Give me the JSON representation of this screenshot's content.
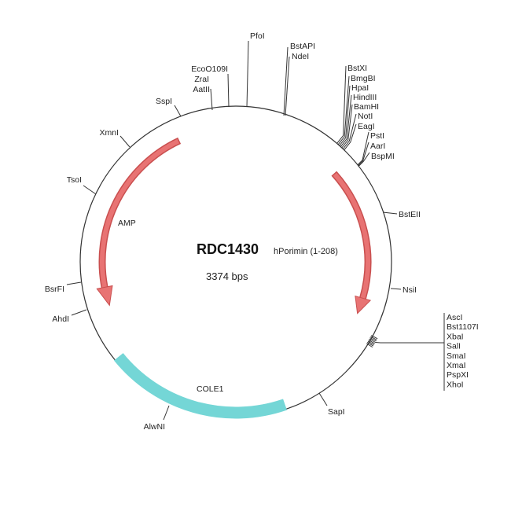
{
  "plasmid": {
    "name": "RDC1430",
    "insert": "hPorimin (1-208)",
    "size": "3374 bps"
  },
  "features": {
    "amp": "AMP",
    "cole1": "COLE1"
  },
  "colors": {
    "arrow": "#e87373",
    "arrow_outline": "#c94f4f",
    "ori": "#74d6d6",
    "ori_outline": "#4fb9b9",
    "backbone": "#333333"
  },
  "sites": {
    "pfoi": "PfoI",
    "bstapi": "BstAPI",
    "ndei": "NdeI",
    "eco": "EcoO109I",
    "zrai": "ZraI",
    "aatii": "AatII",
    "sspi": "SspI",
    "xmni": "XmnI",
    "tsoi": "TsoI",
    "bsrfi": "BsrFI",
    "ahdi": "AhdI",
    "alwni": "AlwNI",
    "sapi": "SapI",
    "nsii": "NsiI",
    "bsteii": "BstEII",
    "group1": [
      "BstXI",
      "BmgBI",
      "HpaI",
      "HindIII",
      "BamHI",
      "NotI",
      "EagI"
    ],
    "group2": [
      "PstI",
      "AarI",
      "BspMI"
    ],
    "mcs": [
      "AscI",
      "Bst1107I",
      "XbaI",
      "SalI",
      "SmaI",
      "XmaI",
      "PspXI",
      "XhoI"
    ]
  }
}
